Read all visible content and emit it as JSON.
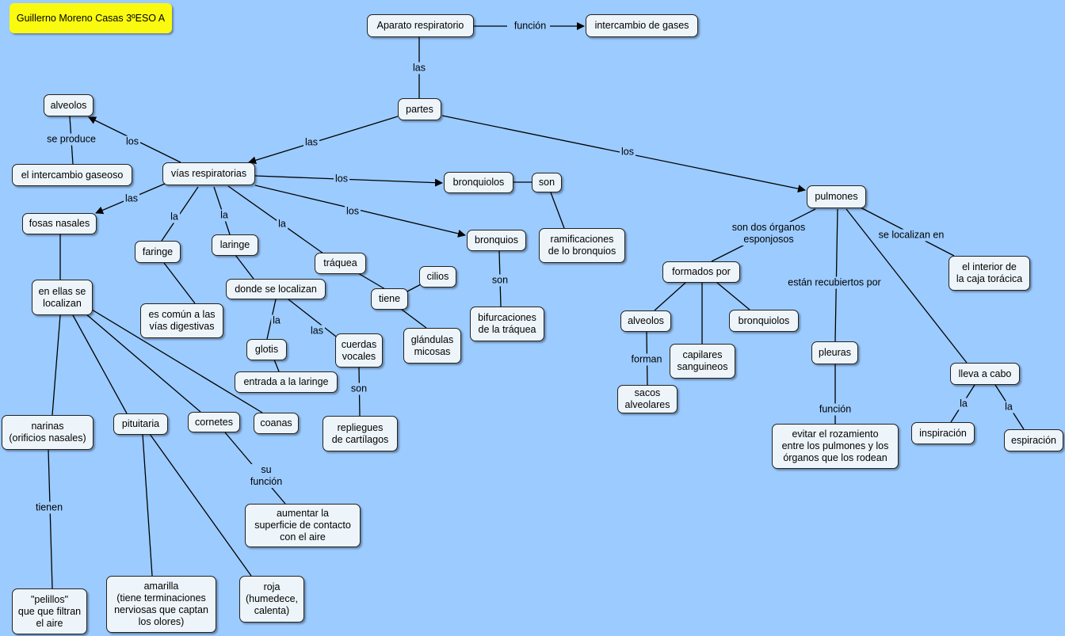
{
  "title": "Guillerno Moreno Casas 3ºESO A",
  "nodes": {
    "aparato": "Aparato respiratorio",
    "intercambio_gases": "intercambio de gases",
    "partes": "partes",
    "vias": "vías respiratorias",
    "alveolos_top": "alveolos",
    "intercambio_gaseoso": "el intercambio gaseoso",
    "fosas": "fosas nasales",
    "en_ellas": "en ellas se\nlocalizan",
    "narinas": "narinas\n(orificios nasales)",
    "pelillos": "\"pelillos\"\nque que filtran\nel aire",
    "pituitaria": "pituitaria",
    "amarilla": "amarilla\n(tiene terminaciones\nnerviosas que captan\nlos olores)",
    "roja": "roja\n(humedece,\ncalenta)",
    "cornetes": "cornetes",
    "aumentar": "aumentar la\nsuperficie de contacto\ncon el aire",
    "coanas": "coanas",
    "faringe": "faringe",
    "comun": "es común a las\nvías digestivas",
    "laringe": "laringe",
    "donde": "donde se localizan",
    "glotis": "glotis",
    "entrada": "entrada a la laringe",
    "cuerdas": "cuerdas\nvocales",
    "repliegues": "repliegues\nde cartílagos",
    "traquea": "tráquea",
    "tiene": "tiene",
    "cilios": "cilios",
    "glandulas": "glándulas\nmicosas",
    "bronquiolos1": "bronquiolos",
    "son1": "son",
    "ramificaciones": "ramificaciones\nde lo bronquios",
    "bronquios": "bronquios",
    "bifurcaciones": "bifurcaciones\nde la tráquea",
    "pulmones": "pulmones",
    "formados": "formados por",
    "alveolos2": "alveolos",
    "sacos": "sacos\nalveolares",
    "capilares": "capilares\nsanguineos",
    "bronquiolos2": "bronquiolos",
    "pleuras": "pleuras",
    "evitar": "evitar el rozamiento\nentre los pulmones y los\nórganos que los rodean",
    "interior": "el interior de\nla caja torácica",
    "lleva": "lleva a cabo",
    "inspiracion": "inspiración",
    "espiracion": "espiración"
  },
  "labels": {
    "funcion_top": "función",
    "las_partes": "las",
    "las_vias": "las",
    "los_pulmones": "los",
    "los_alveolos": "los",
    "se_produce": "se produce",
    "las_fosas": "las",
    "la_faringe": "la",
    "la_laringe": "la",
    "la_traquea": "la",
    "los_bronquiolos": "los",
    "los_bronquios": "los",
    "tienen": "tienen",
    "su_funcion": "su\nfunción",
    "la_glotis": "la",
    "las_cuerdas": "las",
    "son_cuerdas": "son",
    "son_bronquios": "son",
    "son_dos": "son dos órganos\nesponjosos",
    "forman": "forman",
    "recubiertos": "están recubiertos por",
    "se_localizan": "se  localizan en",
    "funcion_pleuras": "función",
    "la_inspiracion": "la",
    "la_espiracion": "la"
  },
  "colors": {
    "background": "#9ccbff",
    "node_fill": "#eef5fa",
    "title_fill": "#fafa10"
  }
}
